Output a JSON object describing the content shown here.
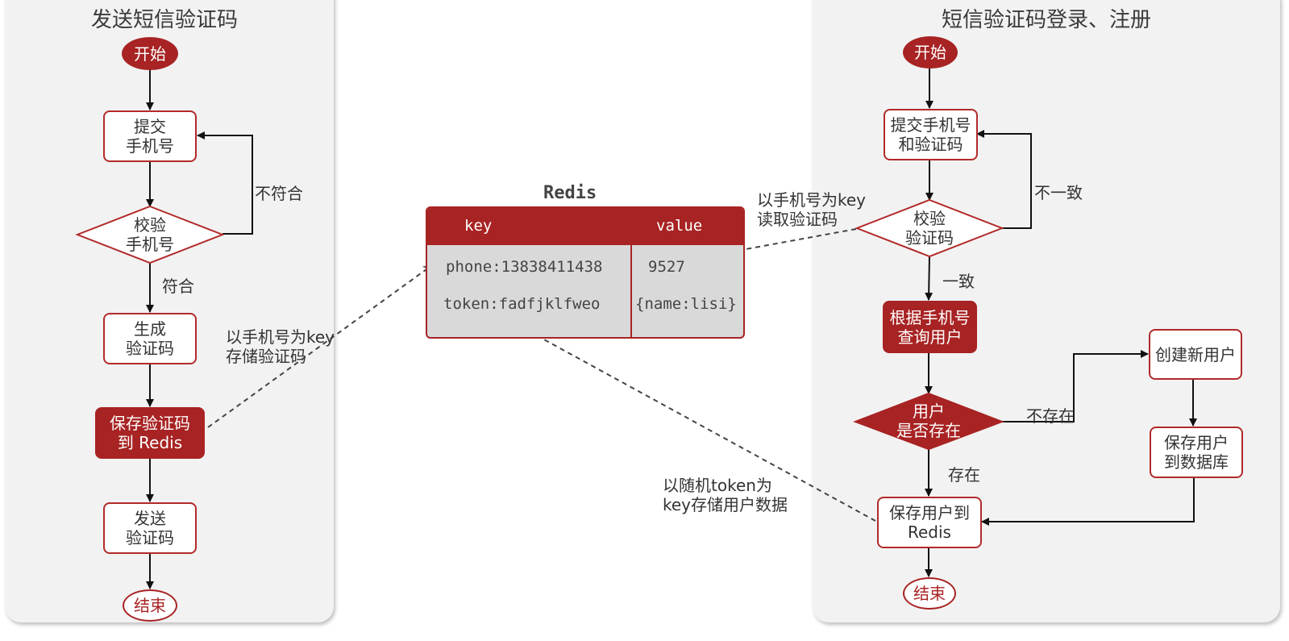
{
  "left_panel": {
    "title": "发送短信验证码",
    "start": "开始",
    "submit_phone": "提交\n手机号",
    "validate_phone": "校验\n手机号",
    "invalid_label": "不符合",
    "valid_label": "符合",
    "generate_code": "生成\n验证码",
    "save_redis": "保存验证码\n到 Redis",
    "send_code": "发送\n验证码",
    "end": "结束"
  },
  "redis": {
    "title": "Redis",
    "col_key": "key",
    "col_value": "value",
    "rows": [
      {
        "key": "phone:13838411438",
        "value": "9527"
      },
      {
        "key": "token:fadfjklfweo",
        "value": "{name:lisi}"
      }
    ]
  },
  "annotations": {
    "store_code": "以手机号为key\n存储验证码",
    "read_code": "以手机号为key\n读取验证码",
    "store_user": "以随机token为\nkey存储用户数据"
  },
  "right_panel": {
    "title": "短信验证码登录、注册",
    "start": "开始",
    "submit": "提交手机号\n和验证码",
    "validate_code": "校验\n验证码",
    "mismatch_label": "不一致",
    "match_label": "一致",
    "query_user": "根据手机号\n查询用户",
    "user_exists": "用户\n是否存在",
    "not_exists_label": "不存在",
    "exists_label": "存在",
    "create_user": "创建新用户",
    "save_db": "保存用户\n到数据库",
    "save_user_redis": "保存用户到\nRedis",
    "end": "结束"
  },
  "colors": {
    "accent": "#a82323",
    "panel": "#f2f2f2",
    "table": "#d9d9d9"
  }
}
